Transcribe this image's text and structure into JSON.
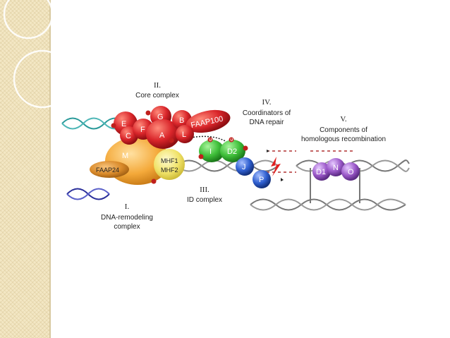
{
  "labels": {
    "core_roman": "II.",
    "core": "Core complex",
    "coord_roman": "IV.",
    "coord_1": "Coordinators of",
    "coord_2": "DNA repair",
    "hr_roman": "V.",
    "hr_1": "Components of",
    "hr_2": "homologous recombination",
    "id_roman": "III.",
    "id": "ID complex",
    "remod_roman": "I.",
    "remod_1": "DNA-remodeling",
    "remod_2": "complex"
  },
  "proteins": {
    "E": "E",
    "C": "C",
    "F": "F",
    "G": "G",
    "A": "A",
    "B": "B",
    "L": "L",
    "FAAP100": "FAAP100",
    "M": "M",
    "FAAP24": "FAAP24",
    "MHF1": "MHF1",
    "MHF2": "MHF2",
    "I": "I",
    "D2": "D2",
    "J": "J",
    "P": "P",
    "D1": "D1",
    "N": "N",
    "O": "O"
  },
  "colors": {
    "sidebar": "#f3e7c4",
    "core_red": "#d9252a",
    "remodel_orange": "#f4a93a",
    "mhf_yellow": "#f1e36a",
    "id_green": "#3fbf3a",
    "coord_blue": "#2f5fd0",
    "hr_purple": "#9b59c9"
  }
}
